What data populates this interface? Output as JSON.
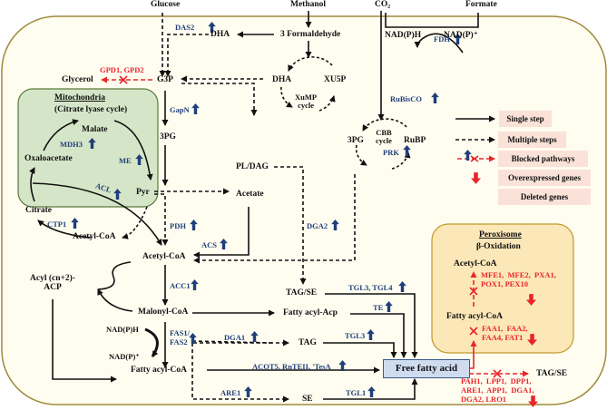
{
  "inputs": {
    "glucose": "Glucose",
    "methanol": "Methanol",
    "co2": "CO₂",
    "formate": "Formate"
  },
  "metabolites": {
    "dha_top": "DHA",
    "formaldehyde": "3 Formaldehyde",
    "g3p": "G3P",
    "glycerol": "Glycerol",
    "dha_cycle": "DHA",
    "xu5p": "XU5P",
    "xump_cycle": "XuMP\ncycle",
    "nadph_fdh": "NAD(P)H",
    "nadp_fdh": "NAD(P)⁺",
    "pg3_main": "3PG",
    "pg3_cbb": "3PG",
    "rubp": "RuBP",
    "cbb_cycle": "CBB\ncycle",
    "pl_dag": "PL/DAG",
    "pyr": "Pyr",
    "acetate": "Acetate",
    "acetyl_coa": "Acetyl-CoA",
    "acyl_acp": "Acyl (cn+2)-\nACP",
    "malonyl_coa": "Malonyl-CoA",
    "nadph_fas": "NAD(P)H",
    "nadp_fas": "NAD(P)⁺",
    "fatty_acyl_coa": "Fatty acyl-CoA",
    "tag_se": "TAG/SE",
    "fatty_acyl_acp": "Fatty acyl-Acp",
    "tag": "TAG",
    "se": "SE",
    "free_fatty_acid": "Free fatty acid",
    "tag_se_out": "TAG/SE"
  },
  "mitochondria": {
    "title": "Mitochondria",
    "subtitle": "(Citrate lyase cycle)",
    "malate": "Malate",
    "oxaloacetate": "Oxaloacetate",
    "citrate": "Citrate",
    "acetyl_coa": "Acetyl-CoA"
  },
  "peroxisome": {
    "title": "Peroxisome",
    "subtitle": "β-Oxidation",
    "acetyl_coa": "Acetyl-CoA",
    "fatty_acyl_coa": "Fatty acyl-CoA"
  },
  "overexpressed_genes": {
    "das2": "DAS2",
    "fdh": "FDH",
    "rubisco": "RuBisCO",
    "prk": "PRK",
    "gapn": "GapN",
    "mdh3": "MDH3",
    "me": "ME",
    "acl": "ACL",
    "ctp1": "CTP1",
    "pdh": "PDH",
    "acs": "ACS",
    "dga2": "DGA2",
    "acc1": "ACC1",
    "fas": "FAS1/\nFAS2",
    "dga1": "DGA1",
    "tgl34": "TGL3, TGL4",
    "te": "TE",
    "tgl3": "TGL3",
    "thioesterases": "ACOT5, RnTEII, 'TesA",
    "are1": "ARE1",
    "tgl1": "TGL1"
  },
  "deleted_genes": {
    "gpd": "GPD1, GPD2",
    "beta_ox": "MFE1,  MFE2,  PXA1,\nPOX1, PEX10",
    "activation": "FAA1,  FAA2,\nFAA4, FAT1",
    "storage": "PAH1,  LPP1,  DPP1,\nARE1,  APP1,  DGA1,\nDGA2, LRO1"
  },
  "legend": {
    "items": [
      {
        "symbol": "solid-arrow",
        "label": "Single step"
      },
      {
        "symbol": "dashed-arrow",
        "label": "Multiple steps"
      },
      {
        "symbol": "blocked-arrow",
        "label": "Blocked pathways"
      },
      {
        "symbol": "up-arrow-blue",
        "label": "Overexpressed genes"
      },
      {
        "symbol": "down-arrow-red",
        "label": "Deleted genes"
      }
    ]
  },
  "colors": {
    "cell_fill": "#fffdf0",
    "cell_border": "#a08a3c",
    "mito_fill": "#d5e6c8",
    "mito_border": "#5a7a3a",
    "perox_fill": "#fbe7b8",
    "perox_border": "#c09a2a",
    "gene_blue": "#1f3f7a",
    "deleted_red": "#e8262a",
    "legend_bg": "#fae2d8",
    "ffa_fill": "#cfdcf0"
  }
}
